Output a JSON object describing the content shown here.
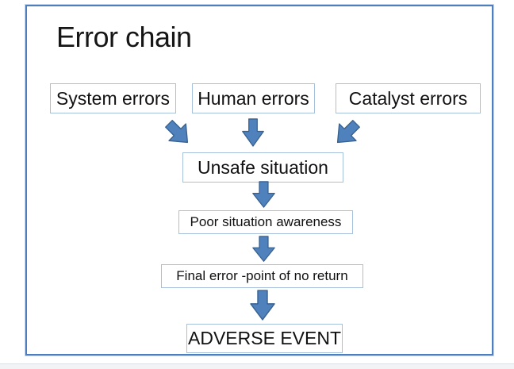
{
  "title": "Error chain",
  "source_boxes": [
    {
      "label": "System errors"
    },
    {
      "label": "Human errors"
    },
    {
      "label": "Catalyst errors"
    }
  ],
  "chain_boxes": [
    {
      "label": "Unsafe situation"
    },
    {
      "label": "Poor situation awareness"
    },
    {
      "label": "Final error -point of no return"
    },
    {
      "label": "ADVERSE EVENT"
    }
  ],
  "icons": {
    "down_arrow": "thick blue block arrow pointing down",
    "down_right_arrow": "thick blue block arrow pointing down-right",
    "down_left_arrow": "thick blue block arrow pointing down-left"
  },
  "colors": {
    "arrow_fill": "#4f81bd",
    "arrow_stroke": "#38618f",
    "box_border": "#a7c1dd",
    "frame_border": "#4d7fbe",
    "text": "#111111",
    "background": "#ffffff",
    "footer_strip": "#f2f3f5"
  }
}
